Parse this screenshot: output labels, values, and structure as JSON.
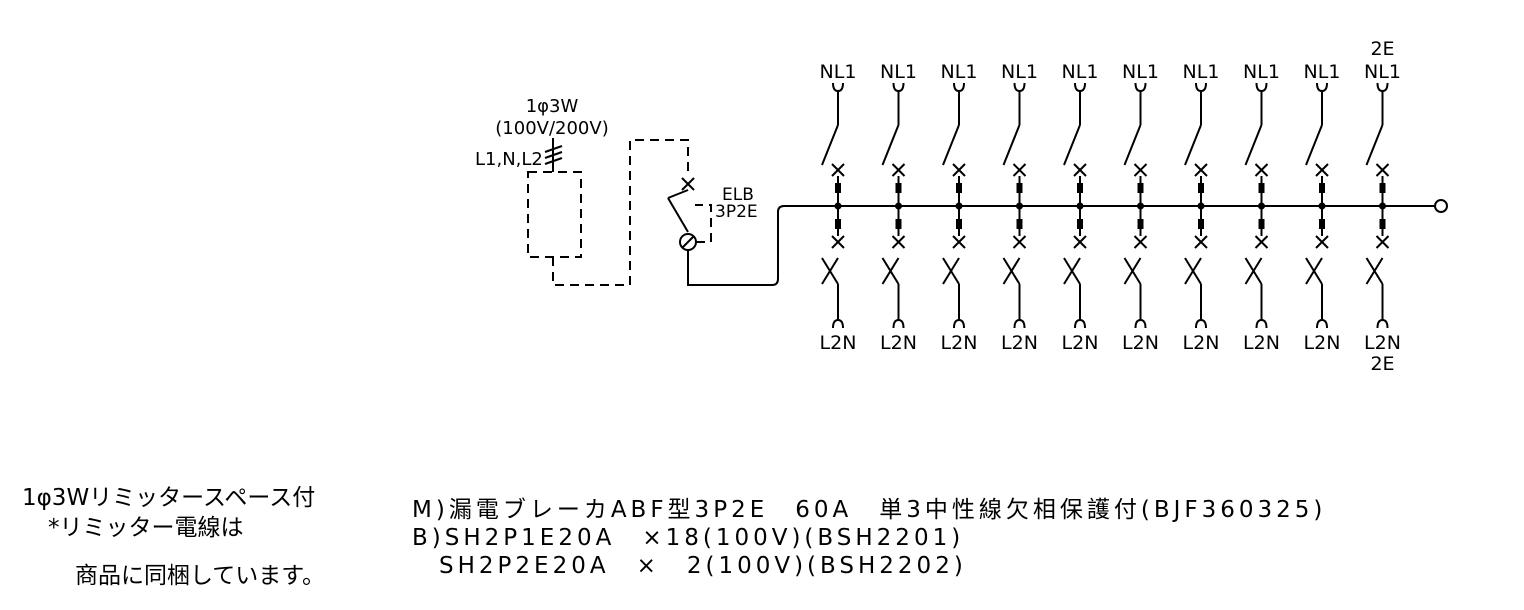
{
  "supply": {
    "phase": "1φ3W",
    "voltage": "(100V/200V)",
    "lines": "L1,N,L2"
  },
  "main_breaker": {
    "name": "ELB",
    "poles": "3P2E"
  },
  "branches_top": [
    "NL1",
    "NL1",
    "NL1",
    "NL1",
    "NL1",
    "NL1",
    "NL1",
    "NL1",
    "NL1",
    "NL1"
  ],
  "branch_top_extra": "2E",
  "branches_bottom": [
    "L2N",
    "L2N",
    "L2N",
    "L2N",
    "L2N",
    "L2N",
    "L2N",
    "L2N",
    "L2N",
    "L2N"
  ],
  "branch_bottom_extra": "2E",
  "notes": {
    "line1": "1φ3Wリミッタースペース付",
    "line2": "*リミッター電線は",
    "line3": "商品に同梱しています。"
  },
  "specs": {
    "m": "M)漏電ブレーカABF型3P2E　60A　単3中性線欠相保護付(BJF360325)",
    "b1": "B)SH2P1E20A　×18(100V)(BSH2201)",
    "b2": "　SH2P2E20A　×　2(100V)(BSH2202)"
  }
}
